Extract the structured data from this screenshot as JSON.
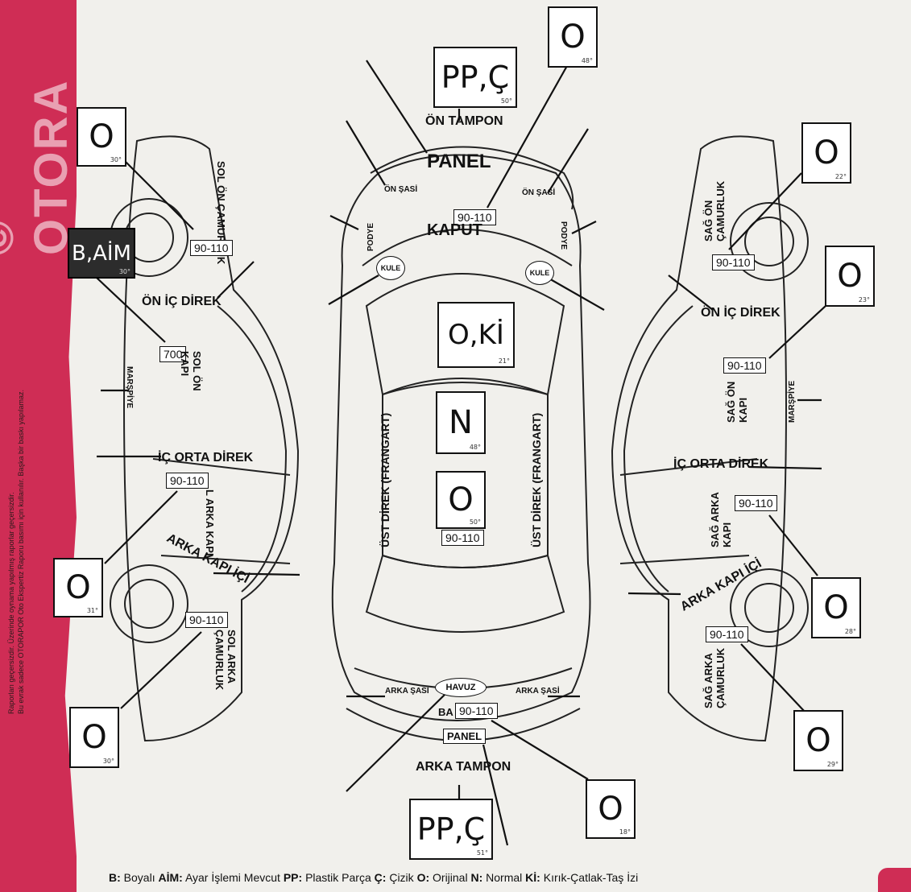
{
  "brand": {
    "name": "OTORA",
    "logo_icon": "copyright-circle-icon",
    "accent": "#cf2d55"
  },
  "disclaimer": {
    "line1": "Bu evrak sadece OTORAPOR Oto Ekspertiz Raporu basımı için kullanılır. Başka bir baskı yapılamaz.",
    "line2": "Raporları geçersizdir. Üzerinde oynama yapılmış raporlar geçersizdir."
  },
  "top_view": {
    "on_tampon": {
      "label": "ÖN TAMPON",
      "status": "PP,Ç",
      "angle": "50°"
    },
    "panel_front": {
      "label": "PANEL",
      "status": "O",
      "angle": "48°",
      "thickness": "90-110"
    },
    "kaput": {
      "label": "KAPUT"
    },
    "on_sasi_left": {
      "label": "ÖN ŞASİ"
    },
    "on_sasi_right": {
      "label": "ÖN ŞASİ"
    },
    "podye_left": {
      "label": "PODYE"
    },
    "podye_right": {
      "label": "PODYE"
    },
    "kule_left": {
      "label": "KULE"
    },
    "kule_right": {
      "label": "KULE"
    },
    "roof_front": {
      "status": "O,Kİ",
      "angle": "21°"
    },
    "roof_middle": {
      "status": "N",
      "angle": "48°"
    },
    "roof_rear": {
      "status": "O",
      "angle": "50°",
      "thickness": "90-110"
    },
    "ust_direk_left": {
      "label": "ÜST DİREK (FRANGART)"
    },
    "ust_direk_right": {
      "label": "ÜST DİREK (FRANGART)"
    },
    "havuz": {
      "label": "HAVUZ"
    },
    "arka_sasi_left": {
      "label": "ARKA ŞASİ"
    },
    "arka_sasi_right": {
      "label": "ARKA ŞASİ"
    },
    "bagaj": {
      "label": "BA",
      "thickness": "90-110",
      "status": "O",
      "angle": "18°"
    },
    "panel_rear": {
      "label": "PANEL"
    },
    "arka_tampon": {
      "label": "ARKA TAMPON",
      "status": "PP,Ç",
      "angle": "51°"
    }
  },
  "left_side": {
    "sol_on_camurluk": {
      "label": "SOL ÖN ÇAMURLUK",
      "status": "O",
      "angle": "30°",
      "thickness": "90-110"
    },
    "extra_mark": {
      "status": "B,AİM",
      "angle": "30°"
    },
    "on_ic_direk": {
      "label": "ÖN İÇ DİREK"
    },
    "sol_on_kapi": {
      "label": "SOL ÖN KAPI",
      "thickness": "700"
    },
    "marspiye": {
      "label": "MARŞPİYE"
    },
    "ic_orta_direk": {
      "label": "İÇ ORTA DİREK"
    },
    "sol_arka_kapi": {
      "label": "L ARKA KAPI",
      "status": "O",
      "angle": "31°",
      "thickness": "90-110"
    },
    "arka_kapi_ici": {
      "label": "ARKA KAPI İÇİ"
    },
    "sol_arka_camurluk": {
      "label": "SOL ARKA ÇAMURLUK",
      "status": "O",
      "angle": "30°",
      "thickness": "90-110"
    }
  },
  "right_side": {
    "sag_on_camurluk": {
      "label": "SAĞ ÖN ÇAMURLUK",
      "status": "O",
      "angle": "22°",
      "thickness": "90-110"
    },
    "on_ic_direk": {
      "label": "ÖN İÇ DİREK"
    },
    "sag_on_kapi": {
      "label": "SAĞ ÖN KAPI",
      "status": "O",
      "angle": "23°",
      "thickness": "90-110"
    },
    "marspiye": {
      "label": "MARŞPİYE"
    },
    "ic_orta_direk": {
      "label": "İÇ ORTA DİREK"
    },
    "sag_arka_kapi": {
      "label": "SAĞ ARKA KAPI",
      "status": "O",
      "angle": "28°",
      "thickness": "90-110"
    },
    "arka_kapi_ici": {
      "label": "ARKA KAPI İÇİ"
    },
    "sag_arka_camurluk": {
      "label": "SAĞ ARKA ÇAMURLUK",
      "status": "O",
      "angle": "29°",
      "thickness": "90-110"
    }
  },
  "legend": {
    "b_key": "B:",
    "b_text": "Boyalı",
    "aim_key": "AİM:",
    "aim_text": "Ayar İşlemi Mevcut",
    "pp_key": "PP:",
    "pp_text": "Plastik Parça",
    "c_key": "Ç:",
    "c_text": "Çizik",
    "o_key": "O:",
    "o_text": "Orijinal",
    "n_key": "N:",
    "n_text": "Normal",
    "ki_key": "Kİ:",
    "ki_text": "Kırık-Çatlak-Taş İzi"
  }
}
